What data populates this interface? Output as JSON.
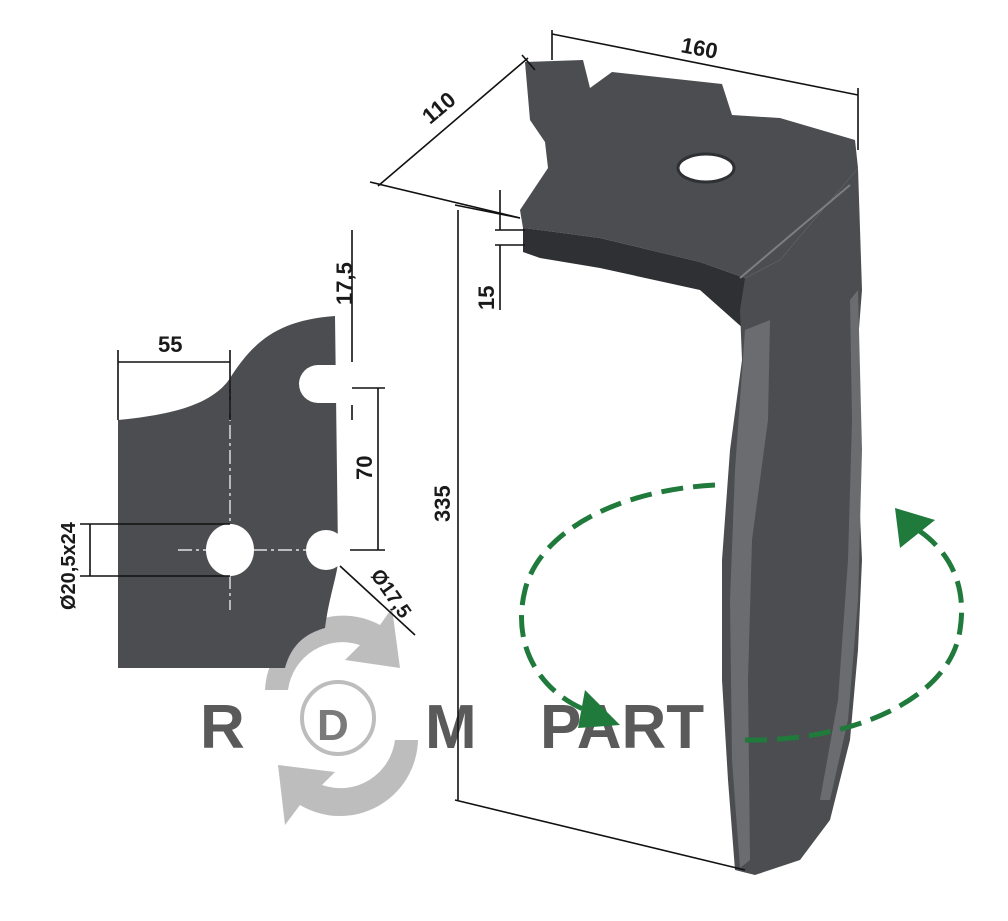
{
  "dimensions": {
    "width_top": "160",
    "width_side": "110",
    "height_total": "335",
    "thickness": "15",
    "hole_offset_top": "17,5",
    "hole_spacing": "70",
    "hole_offset_side": "55",
    "slot_hole": "Ø20,5x24",
    "round_hole": "Ø17,5"
  },
  "logo": {
    "letter_r": "R",
    "letter_d": "D",
    "letter_m": "M",
    "word_parts": "PART"
  },
  "colors": {
    "steel": "#4b4d50",
    "steel_light": "#6a6c70",
    "steel_dark": "#2f3033",
    "arrow_green": "#1f7a3c",
    "logo_grey": "#8c8c8c"
  }
}
